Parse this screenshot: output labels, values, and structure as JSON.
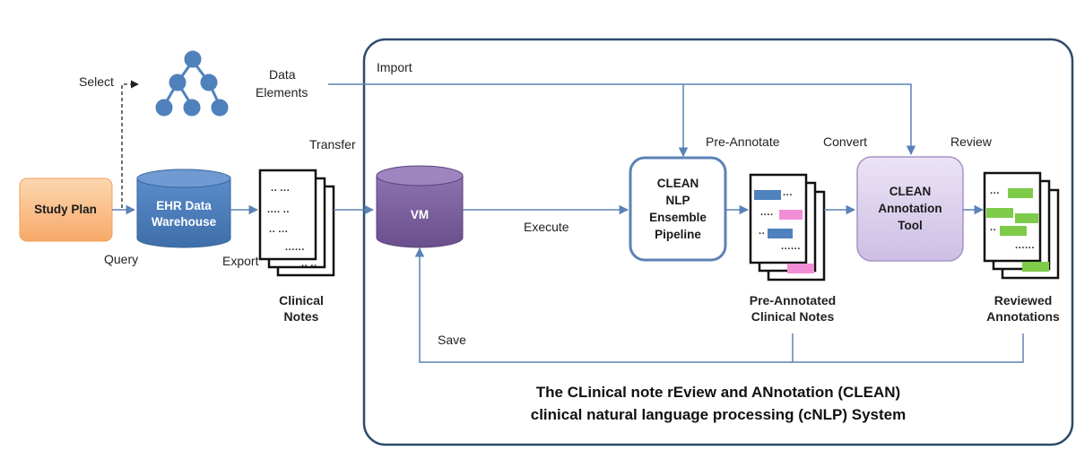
{
  "labels": {
    "select": "Select",
    "data_elements_line1": "Data",
    "data_elements_line2": "Elements",
    "import": "Import",
    "transfer": "Transfer",
    "query": "Query",
    "export": "Export",
    "execute": "Execute",
    "pre_annotate": "Pre-Annotate",
    "convert": "Convert",
    "review": "Review",
    "save": "Save"
  },
  "nodes": {
    "study_plan": "Study Plan",
    "ehr_line1": "EHR Data",
    "ehr_line2": "Warehouse",
    "clinical_notes_line1": "Clinical",
    "clinical_notes_line2": "Notes",
    "vm": "VM",
    "pipeline_line1": "CLEAN",
    "pipeline_line2": "NLP",
    "pipeline_line3": "Ensemble",
    "pipeline_line4": "Pipeline",
    "pre_annotated_line1": "Pre-Annotated",
    "pre_annotated_line2": "Clinical Notes",
    "tool_line1": "CLEAN",
    "tool_line2": "Annotation",
    "tool_line3": "Tool",
    "reviewed_line1": "Reviewed",
    "reviewed_line2": "Annotations"
  },
  "system_title": {
    "line1": "The CLinical note rEview and ANnotation (CLEAN)",
    "line2": "clinical natural language processing (cNLP) System"
  },
  "colors": {
    "study_plan": "#f8bd84",
    "ehr": "#4f81bd",
    "vm": "#8064a2",
    "tool": "#ddd4ee",
    "arrow": "#5b82b6",
    "frame": "#2d4a6b",
    "highlight_blue": "#4f81bd",
    "highlight_pink": "#f28ed6",
    "highlight_green": "#7ecb4a"
  }
}
